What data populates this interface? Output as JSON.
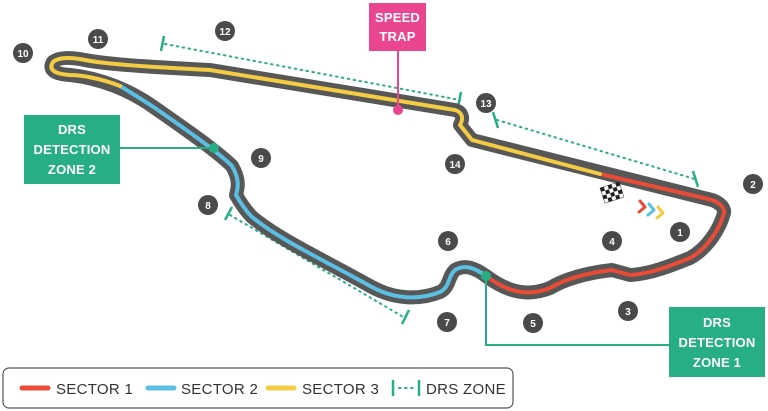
{
  "colors": {
    "track": "#575757",
    "sector1": "#e84b36",
    "sector2": "#5bbfe3",
    "sector3": "#f4cc43",
    "drs": "#27ae84",
    "speed_trap": "#e9468f",
    "turn_bubble": "#4a4a4a"
  },
  "turns": [
    {
      "number": "1"
    },
    {
      "number": "2"
    },
    {
      "number": "3"
    },
    {
      "number": "4"
    },
    {
      "number": "5"
    },
    {
      "number": "6"
    },
    {
      "number": "7"
    },
    {
      "number": "8"
    },
    {
      "number": "9"
    },
    {
      "number": "10"
    },
    {
      "number": "11"
    },
    {
      "number": "12"
    },
    {
      "number": "13"
    },
    {
      "number": "14"
    }
  ],
  "callouts": {
    "speed_trap": [
      "SPEED",
      "TRAP"
    ],
    "drs_detection_1": [
      "DRS",
      "DETECTION",
      "ZONE 1"
    ],
    "drs_detection_2": [
      "DRS",
      "DETECTION",
      "ZONE 2"
    ]
  },
  "legend": {
    "sector1": "SECTOR 1",
    "sector2": "SECTOR 2",
    "sector3": "SECTOR 3",
    "drs_zone": "DRS ZONE"
  },
  "icons": [
    "checkered-flag-icon",
    "direction-chevrons-icon"
  ]
}
